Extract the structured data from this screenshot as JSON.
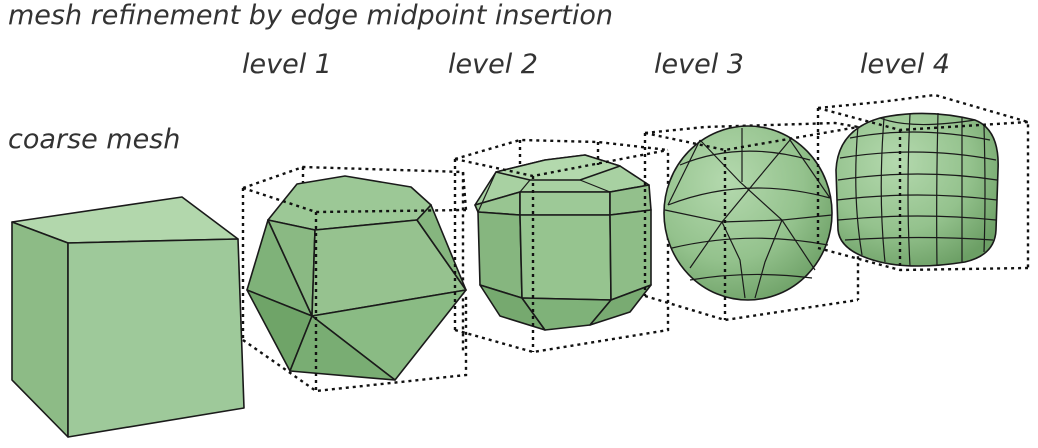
{
  "title": "mesh refinement by edge midpoint insertion",
  "coarse_label": "coarse mesh",
  "levels": [
    {
      "label": "level 1"
    },
    {
      "label": "level 2"
    },
    {
      "label": "level 3"
    },
    {
      "label": "level 4"
    }
  ],
  "colors": {
    "face_light": "#a9d1a4",
    "face_mid": "#93c08c",
    "face_dark": "#6fa468",
    "edge": "#1a1a1a"
  }
}
